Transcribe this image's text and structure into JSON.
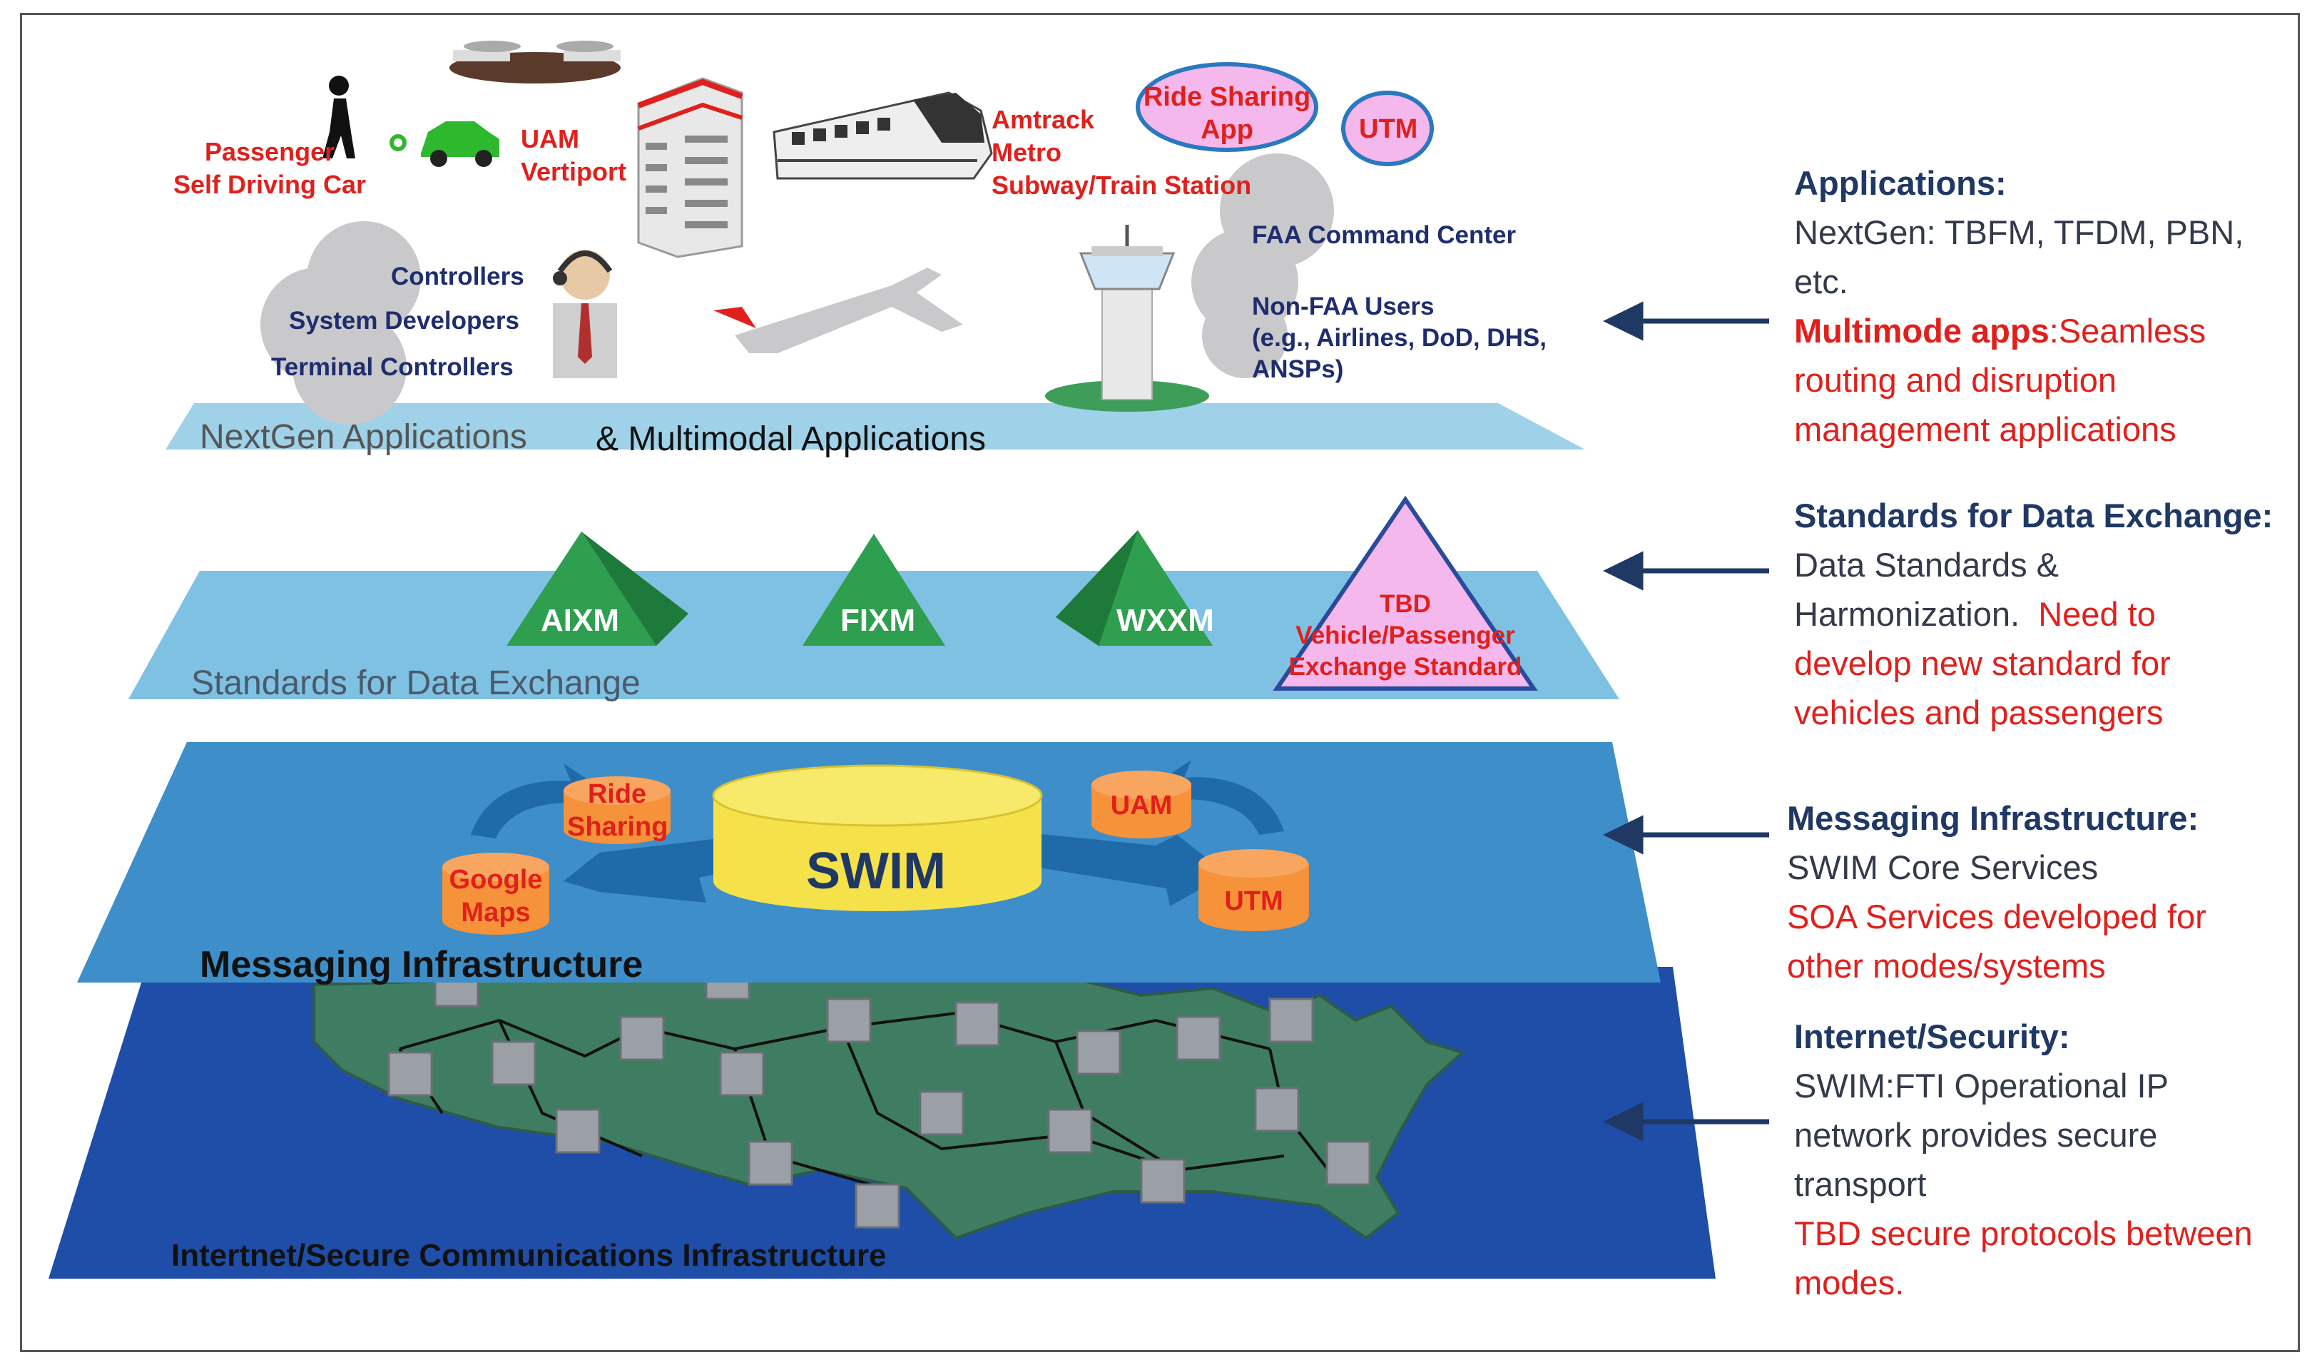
{
  "top_layer": {
    "name_a": "NextGen Applications",
    "name_b": "& Multimodal Applications",
    "passenger": [
      "Passenger",
      "Self Driving Car"
    ],
    "uam": [
      "UAM",
      "Vertiport"
    ],
    "train": [
      "Amtrack",
      "Metro",
      "Subway/Train Station"
    ],
    "ride_sharing_app": [
      "Ride Sharing",
      "App"
    ],
    "utm": "UTM",
    "faa_command_center": "FAA Command Center",
    "controllers": "Controllers",
    "system_developers": "System Developers",
    "terminal_controllers": "Terminal Controllers",
    "non_faa": [
      "Non-FAA Users",
      "(e.g., Airlines, DoD, DHS,",
      "ANSPs)"
    ]
  },
  "standards_layer": {
    "name": "Standards for Data Exchange",
    "pyramids": [
      "AIXM",
      "FIXM",
      "WXXM"
    ],
    "tbd": [
      "TBD",
      "Vehicle/Passenger",
      "Exchange Standard"
    ]
  },
  "messaging_layer": {
    "name": "Messaging Infrastructure",
    "swim": "SWIM",
    "ride_sharing": [
      "Ride",
      "Sharing"
    ],
    "google_maps": [
      "Google",
      "Maps"
    ],
    "uam": "UAM",
    "utm": "UTM"
  },
  "internet_layer": {
    "name": "Intertnet/Secure Communications Infrastructure"
  },
  "right_panel": {
    "applications": {
      "heading": "Applications:",
      "line1": "NextGen: TBFM, TFDM, PBN,",
      "line2": "etc.",
      "bold_red": "Multimode apps",
      "red1": ":Seamless",
      "red2": "routing and disruption",
      "red3": "management applications"
    },
    "standards": {
      "heading": "Standards for Data Exchange:",
      "line1": "Data Standards &",
      "line2": "Harmonization.",
      "red_inline": "Need to",
      "red1": "develop new standard for",
      "red2": "vehicles and passengers"
    },
    "messaging": {
      "heading": "Messaging Infrastructure:",
      "line1": "SWIM Core Services",
      "red1": "SOA Services developed for",
      "red2": "other modes/systems"
    },
    "internet": {
      "heading": "Internet/Security:",
      "line1": "SWIM:FTI Operational IP",
      "line2": "network provides secure",
      "line3": "transport",
      "red1": "TBD secure protocols between",
      "red2": "modes."
    }
  },
  "colors": {
    "top_layer": "#9fd2e8",
    "standards_layer": "#7fc1e3",
    "messaging_layer": "#3d8ec9",
    "internet_layer": "#1f4ea8",
    "map_land": "#3f7d62",
    "pyramid": "#2e9e4f",
    "swim_cylinder": "#f5e24a",
    "service_cylinder": "#f5923a",
    "arrow": "#1f3864",
    "red_text": "#e0201c"
  }
}
